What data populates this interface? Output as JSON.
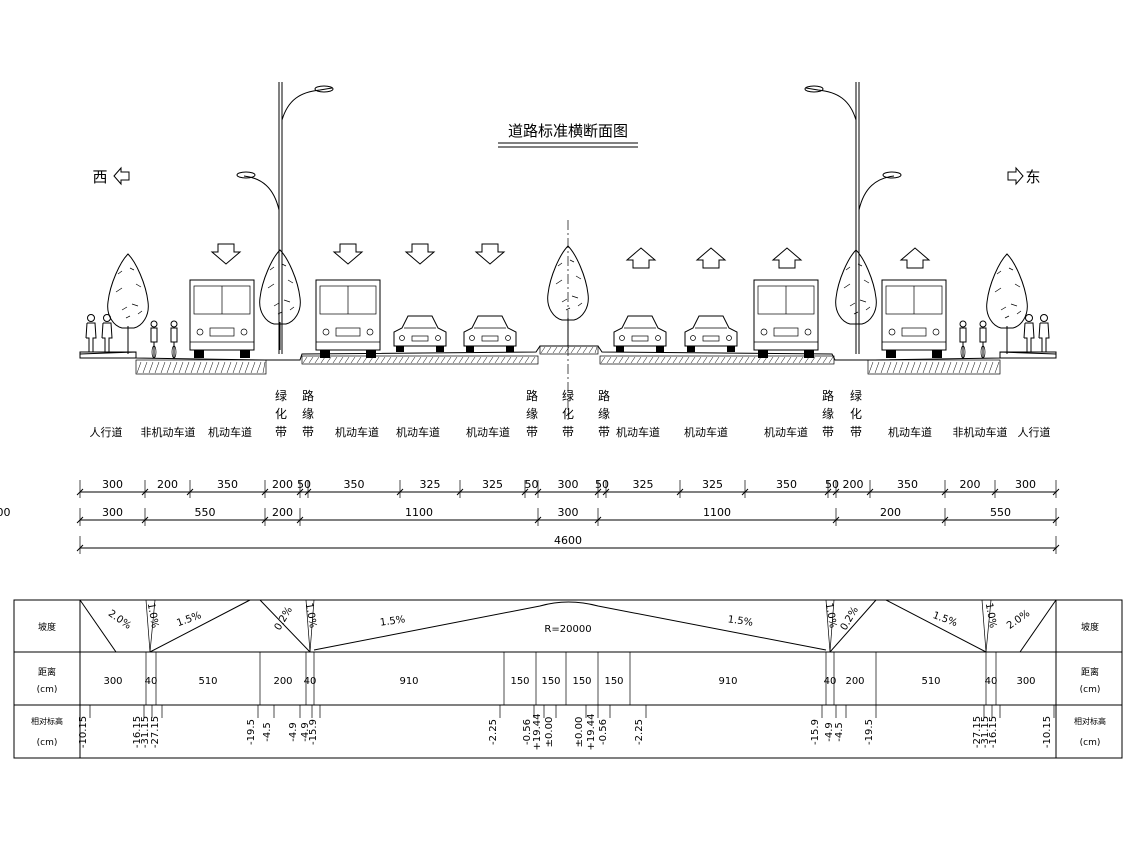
{
  "title": "道路标准横断面图",
  "directions": {
    "west": "西",
    "east": "东"
  },
  "icons": [
    "arrow-left-icon",
    "arrow-right-icon",
    "arrow-down-icon",
    "arrow-up-icon",
    "street-lamp-icon",
    "tree-icon",
    "bus-icon",
    "car-icon",
    "pedestrian-icon",
    "cyclist-icon"
  ],
  "lane_labels": [
    {
      "text": "人行道",
      "vertical": false
    },
    {
      "text": "非机动车道",
      "vertical": false
    },
    {
      "text": "机动车道",
      "vertical": false
    },
    {
      "text": "绿化带",
      "vertical": true
    },
    {
      "text": "路缘带",
      "vertical": true
    },
    {
      "text": "机动车道",
      "vertical": false
    },
    {
      "text": "机动车道",
      "vertical": false
    },
    {
      "text": "机动车道",
      "vertical": false
    },
    {
      "text": "路缘带",
      "vertical": true
    },
    {
      "text": "绿化带",
      "vertical": true
    },
    {
      "text": "路缘带",
      "vertical": true
    },
    {
      "text": "机动车道",
      "vertical": false
    },
    {
      "text": "机动车道",
      "vertical": false
    },
    {
      "text": "机动车道",
      "vertical": false
    },
    {
      "text": "路缘带",
      "vertical": true
    },
    {
      "text": "绿化带",
      "vertical": true
    },
    {
      "text": "机动车道",
      "vertical": false
    },
    {
      "text": "非机动车道",
      "vertical": false
    },
    {
      "text": "人行道",
      "vertical": false
    }
  ],
  "dimensions": {
    "row1": [
      "300",
      "200",
      "350",
      "200",
      "50",
      "350",
      "325",
      "325",
      "50",
      "300",
      "50",
      "325",
      "325",
      "350",
      "50",
      "200",
      "350",
      "200",
      "300"
    ],
    "row2": [
      "300",
      "550",
      "200",
      "1100",
      "300",
      "1100",
      "200",
      "550",
      "300"
    ],
    "total": "4600"
  },
  "table": {
    "row_labels": {
      "slope": "坡度",
      "distance": "距离",
      "distance_unit": "(cm)",
      "elevation": "相对标高",
      "elevation_unit": "(cm)"
    },
    "slopes": [
      "2.0%",
      "1.0%",
      "1.5%",
      "0.2%",
      "1.0%",
      "1.5%",
      "1.5%",
      "1.0%",
      "0.2%",
      "1.5%",
      "1.0%",
      "2.0%"
    ],
    "crown_radius": "R=20000",
    "distances": [
      "300",
      "40",
      "510",
      "200",
      "40",
      "910",
      "150",
      "150",
      "150",
      "150",
      "910",
      "40",
      "200",
      "510",
      "40",
      "300"
    ],
    "elevations": [
      "-10.15",
      "-16.15",
      "-31.15",
      "-27.15",
      "-19.5",
      "-4.5",
      "-4.9",
      "-4.9",
      "-15.9",
      "-2.25",
      "-0.56",
      "+19.44",
      "±0.00",
      "±0.00",
      "+19.44",
      "-0.56",
      "-2.25",
      "-15.9",
      "-4.9",
      "-4.5",
      "-19.5",
      "-27.15",
      "-31.15",
      "-16.15",
      "-10.15"
    ]
  }
}
